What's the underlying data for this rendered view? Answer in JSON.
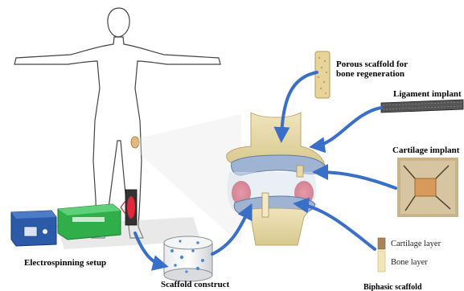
{
  "labels": {
    "porous_scaffold_line1": "Porous scaffold for",
    "porous_scaffold_line2": "bone regeneration",
    "ligament_implant": "Ligament implant",
    "cartilage_implant": "Cartilage implant",
    "electrospinning_setup": "Electrospinning setup",
    "scaffold_construct": "Scaffold construct",
    "biphasic_scaffold": "Biphasic scaffold"
  },
  "legend": {
    "cartilage_layer": "Cartilage layer",
    "bone_layer": "Bone layer"
  },
  "colors": {
    "arrow": "#3a6fc9",
    "bone": "#e8dcae",
    "cartilage": "#9fb4d2",
    "synovial": "#e8384a",
    "electrospinner_green": "#2fae4a",
    "power_supply_blue": "#2a5aa8"
  }
}
